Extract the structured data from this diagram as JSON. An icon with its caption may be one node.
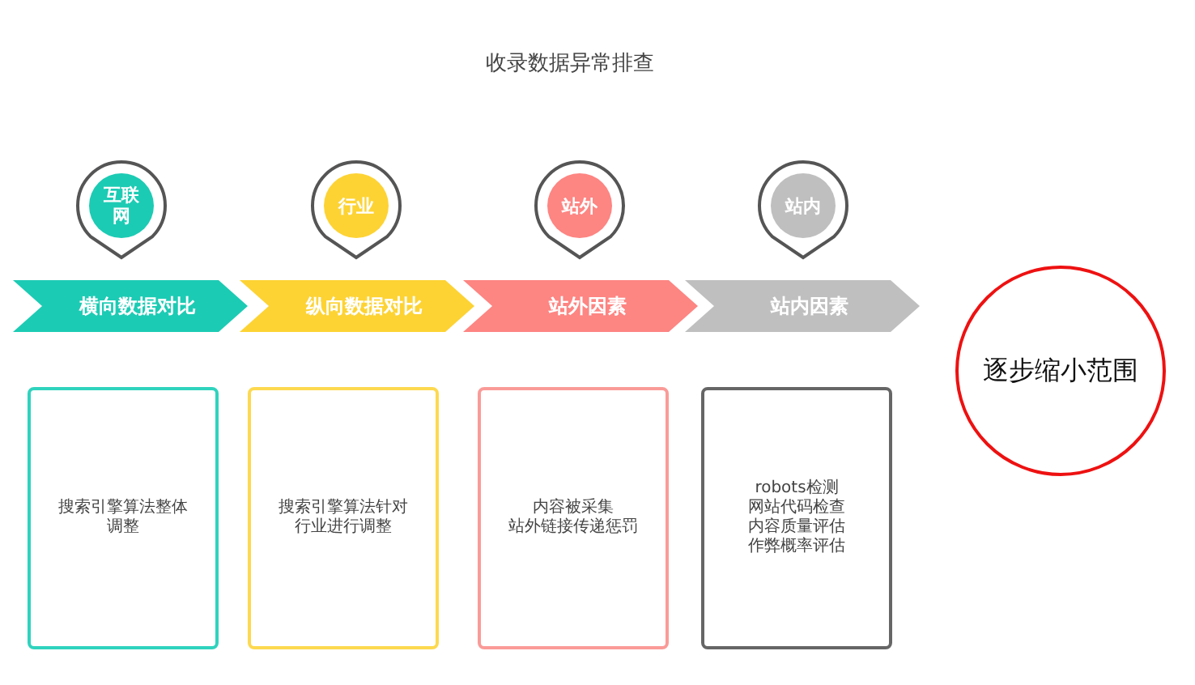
{
  "diagram": {
    "title": "收录数据异常排查",
    "nodes": [
      {
        "text": [
          "互联网"
        ]
      },
      {
        "text": [
          "行业"
        ]
      },
      {
        "text": [
          "站外"
        ]
      },
      {
        "text": [
          "站内"
        ]
      },
      {
        "text": [
          "横向数据对比"
        ]
      },
      {
        "text": [
          "纵向数据对比"
        ]
      },
      {
        "text": [
          "站外因素"
        ]
      },
      {
        "text": [
          "站内因素"
        ]
      },
      {
        "text": [
          "搜索引擎算法整体调整"
        ]
      },
      {
        "text": [
          "搜索引擎算法针对行业进行调整"
        ]
      },
      {
        "text": [
          "内容被采集",
          "站外链接传递惩罚"
        ]
      },
      {
        "text": [
          "robots检测",
          "网站代码检查",
          "内容质量评估",
          "作弊概率评估"
        ]
      },
      {
        "text": [
          "逐步缩小范围"
        ]
      }
    ]
  }
}
